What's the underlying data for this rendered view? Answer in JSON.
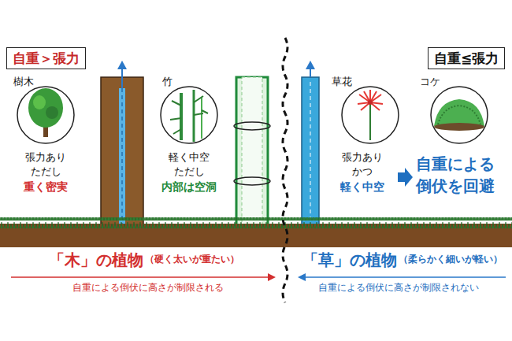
{
  "diagram": {
    "nodes": [
      {
        "text": [
          "自重＞張力"
        ]
      },
      {
        "text": [
          "自重≦張力"
        ]
      }
    ],
    "labels": [
      "樹木",
      "竹",
      "草花",
      "コケ",
      "張力あり",
      "ただし",
      "重く密実",
      "軽く中空",
      "ただし",
      "内部は空洞",
      "張力あり",
      "かつ",
      "軽く中空",
      "自重による",
      "倒伏を回避",
      "「木」の植物",
      "（硬く太いが重たい）",
      "自重による倒伏に高さが制限される",
      "「草」の植物",
      "（柔らかく細いが軽い）",
      "自重による倒伏に高さが制限されない"
    ]
  }
}
